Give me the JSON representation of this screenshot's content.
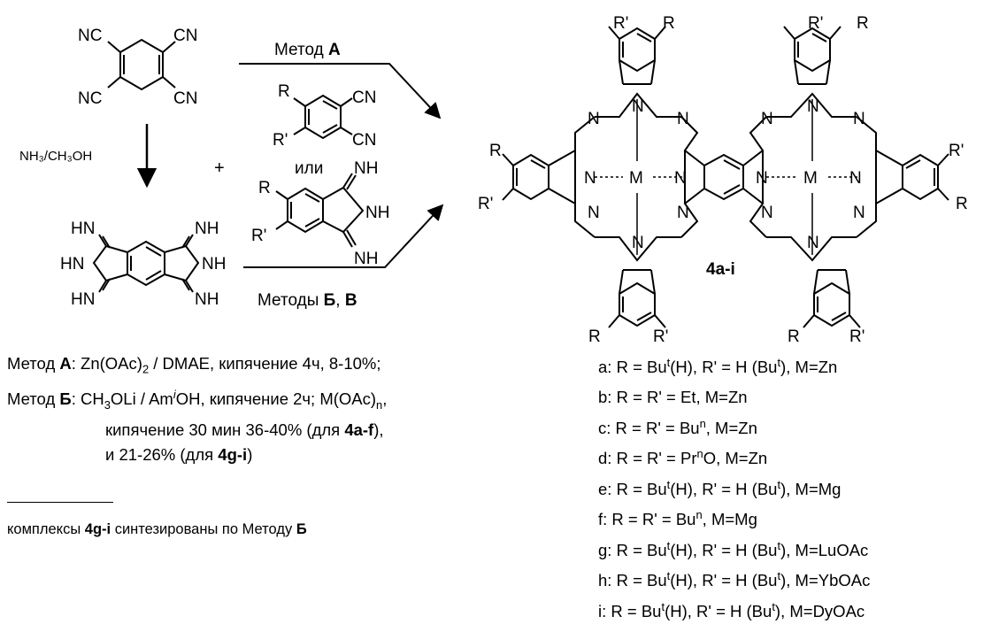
{
  "scheme": {
    "method_a_label": "Метод",
    "method_a_letter": "А",
    "methods_bv_label": "Методы",
    "methods_bv_b": "Б",
    "methods_bv_sep": ",",
    "methods_bv_v": "В",
    "reagent_nh3": "NH₃/CH₃OH",
    "plus": "+",
    "or_text": "или",
    "product_label": "4a-i",
    "atoms": {
      "nc": "NC",
      "cn": "CN",
      "n": "N",
      "m": "M",
      "r": "R",
      "rp": "R'",
      "hn": "HN",
      "nh": "NH"
    }
  },
  "conditions": {
    "method_a": {
      "label": "Метод",
      "letter": "А",
      "text_1": ": Zn(OAc)",
      "sub_2": "2",
      "text_2": " / DMAE, кипячение 4ч, 8-10%;"
    },
    "method_b": {
      "label": "Метод",
      "letter": "Б",
      "text_1": ": CH",
      "sub_3": "3",
      "text_2": "OLi / Am",
      "sup_i": "i",
      "text_3": "OH, кипячение 2ч; M(OAc)",
      "sub_n": "n",
      "text_4": ","
    },
    "line_3": {
      "text": "кипячение 30 мин 36-40% (для ",
      "bold": "4a-f",
      "end": "),"
    },
    "line_4": {
      "text": "и 21-26% (для ",
      "bold": "4g-i",
      "end": ")"
    }
  },
  "footnote": {
    "text_1": "комплексы ",
    "bold_1": "4g-i",
    "text_2": " синтезированы по Методу ",
    "bold_2": "Б"
  },
  "variants": [
    {
      "prefix": "a: R = Bu",
      "sup": "t",
      "mid": "(H), R' = H (Bu",
      "sup2": "t",
      "end": "), M=Zn"
    },
    {
      "prefix": "b: R = R' = Et, M=Zn",
      "sup": "",
      "mid": "",
      "sup2": "",
      "end": ""
    },
    {
      "prefix": "c: R = R' = Bu",
      "sup": "n",
      "mid": ", M=Zn",
      "sup2": "",
      "end": ""
    },
    {
      "prefix": "d: R = R' = Pr",
      "sup": "n",
      "mid": "O, M=Zn",
      "sup2": "",
      "end": ""
    },
    {
      "prefix": "e: R = Bu",
      "sup": "t",
      "mid": "(H), R' = H (Bu",
      "sup2": "t",
      "end": "), M=Mg"
    },
    {
      "prefix": "f: R = R' = Bu",
      "sup": "n",
      "mid": ", M=Mg",
      "sup2": "",
      "end": ""
    },
    {
      "prefix": "g: R = Bu",
      "sup": "t",
      "mid": "(H), R' = H (Bu",
      "sup2": "t",
      "end": "), M=LuOAc"
    },
    {
      "prefix": "h: R = Bu",
      "sup": "t",
      "mid": "(H), R' = H (Bu",
      "sup2": "t",
      "end": "), M=YbOAc"
    },
    {
      "prefix": "i: R = Bu",
      "sup": "t",
      "mid": "(H), R' = H (Bu",
      "sup2": "t",
      "end": "), M=DyOAc"
    }
  ]
}
